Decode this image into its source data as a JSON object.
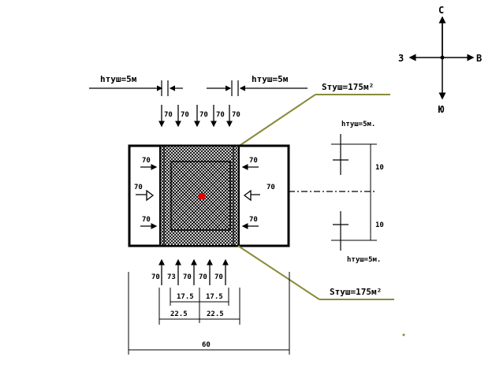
{
  "compass": {
    "north": "С",
    "west": "З",
    "east": "В",
    "south": "Ю"
  },
  "labels": {
    "h_left": "hтуш=5м",
    "h_right": "hтуш=5м",
    "h_right_top": "hтуш=5м.",
    "h_right_bottom": "hтуш=5м.",
    "s_top": "Sтуш=175м²",
    "s_bottom": "Sтуш=175м²"
  },
  "dims": {
    "top_row": [
      "70",
      "70",
      "70",
      "70",
      "70"
    ],
    "bottom_row": [
      "70",
      "73",
      "70",
      "70",
      "70"
    ],
    "left_side": [
      "70",
      "70",
      "70"
    ],
    "right_side": [
      "70",
      "70",
      "70"
    ],
    "right_10_top": "10",
    "right_10_bottom": "10",
    "half_inner_left": "17.5",
    "half_inner_right": "17.5",
    "half_outer_left": "22.5",
    "half_outer_right": "22.5",
    "total_width": "60"
  },
  "colors": {
    "leader": "#8a8a3a",
    "marker": "#e00000",
    "line": "#000000"
  }
}
